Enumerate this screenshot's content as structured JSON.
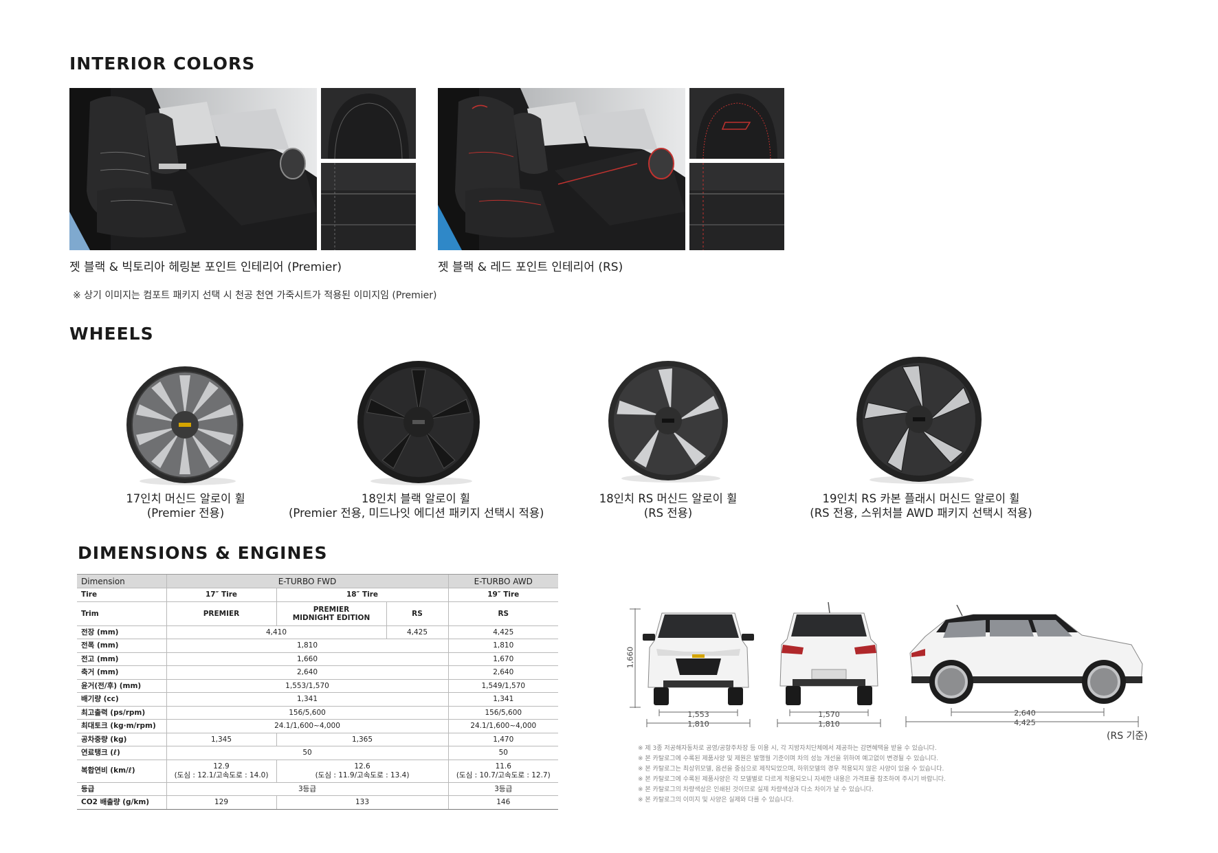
{
  "interior": {
    "title": "INTERIOR COLORS",
    "left_caption": "젯 블랙 & 빅토리아 헤링본 포인트 인테리어 (Premier)",
    "right_caption": "젯 블랙 & 레드 포인트 인테리어 (RS)",
    "note": "※ 상기 이미지는 컴포트 패키지 선택 시 천공 천연 가죽시트가 적용된 이미지임 (Premier)",
    "accent_colors": {
      "premier_stitch": "#c9c9c9",
      "rs_stitch": "#c0322f"
    }
  },
  "wheels": {
    "title": "WHEELS",
    "items": [
      {
        "line1": "17인치 머신드 알로이 휠",
        "line2": "(Premier 전용)"
      },
      {
        "line1": "18인치 블랙 알로이 휠",
        "line2": "(Premier 전용, 미드나잇 에디션 패키지 선택시 적용)"
      },
      {
        "line1": "18인치 RS 머신드 알로이 휠",
        "line2": "(RS 전용)"
      },
      {
        "line1": "19인치 RS 카본 플래시 머신드 알로이 휠",
        "line2": "(RS 전용, 스위처블 AWD 패키지 선택시 적용)"
      }
    ]
  },
  "dimensions": {
    "title": "DIMENSIONS & ENGINES",
    "table": {
      "header": {
        "label": "Dimension",
        "fwd": "E-TURBO FWD",
        "awd": "E-TURBO AWD"
      },
      "tire": {
        "label": "Tire",
        "t17": "17″ Tire",
        "t18": "18″ Tire",
        "t19": "19″ Tire"
      },
      "trim": {
        "label": "Trim",
        "premier": "PREMIER",
        "midnight_1": "PREMIER",
        "midnight_2": "MIDNIGHT EDITION",
        "rs": "RS",
        "awd_rs": "RS"
      },
      "length": {
        "label": "전장 (mm)",
        "a": "4,410",
        "b": "4,425",
        "c": "4,425"
      },
      "width": {
        "label": "전폭 (mm)",
        "fwd": "1,810",
        "awd": "1,810"
      },
      "height": {
        "label": "전고 (mm)",
        "fwd": "1,660",
        "awd": "1,670"
      },
      "wheelbase": {
        "label": "축거 (mm)",
        "fwd": "2,640",
        "awd": "2,640"
      },
      "tread": {
        "label": "윤거(전/후) (mm)",
        "fwd": "1,553/1,570",
        "awd": "1,549/1,570"
      },
      "displacement": {
        "label": "배기량 (cc)",
        "fwd": "1,341",
        "awd": "1,341"
      },
      "power": {
        "label": "최고출력 (ps/rpm)",
        "fwd": "156/5,600",
        "awd": "156/5,600"
      },
      "torque": {
        "label": "최대토크 (kg·m/rpm)",
        "fwd": "24.1/1,600~4,000",
        "awd": "24.1/1,600~4,000"
      },
      "weight": {
        "label": "공차중량 (kg)",
        "a": "1,345",
        "b": "1,365",
        "c": "1,470"
      },
      "tank": {
        "label": "연료탱크 (ℓ)",
        "fwd": "50",
        "awd": "50"
      },
      "fuel": {
        "label": "복합연비 (km/ℓ)",
        "a": "12.9",
        "a_detail": "(도심 : 12.1/고속도로 : 14.0)",
        "b": "12.6",
        "b_detail": "(도심 : 11.9/고속도로 : 13.4)",
        "c": "11.6",
        "c_detail": "(도심 : 10.7/고속도로 : 12.7)"
      },
      "grade": {
        "label": "등급",
        "fwd": "3등급",
        "awd": "3등급"
      },
      "co2": {
        "label": "CO2 배출량 (g/km)",
        "a": "129",
        "b": "133",
        "c": "146"
      }
    },
    "drawing": {
      "height": "1,660",
      "front_tread": "1,553",
      "front_width": "1,810",
      "rear_tread": "1,570",
      "rear_width": "1,810",
      "wheelbase": "2,640",
      "length": "4,425",
      "basis": "(RS 기준)"
    },
    "disclaimers": [
      "※ 제 3종 저공해자동차로 공영/공항주차장 등 이용 시, 각 지방자치단체에서 제공하는 감면혜택을 받을 수 있습니다.",
      "※ 본 카탈로그에 수록된 제품사양 및 제원은 발행월 기준이며 차의 성능 개선을 위하여 예고없이 변경될 수 있습니다.",
      "※ 본 카탈로그는 최상위모델, 옵션을 중심으로 제작되었으며, 하위모델의 경우 적용되지 않은 사양이 있을 수 있습니다.",
      "※ 본 카탈로그에 수록된 제품사양은 각 모델별로 다르게 적용되오니 자세한 내용은 가격표를 참조하여 주시기 바랍니다.",
      "※ 본 카탈로그의 차량색상은 인쇄된 것이므로 실제 차량색상과 다소 차이가 날 수 있습니다.",
      "※ 본 카탈로그의 이미지 및 사양은 실제와 다를 수 있습니다."
    ]
  }
}
